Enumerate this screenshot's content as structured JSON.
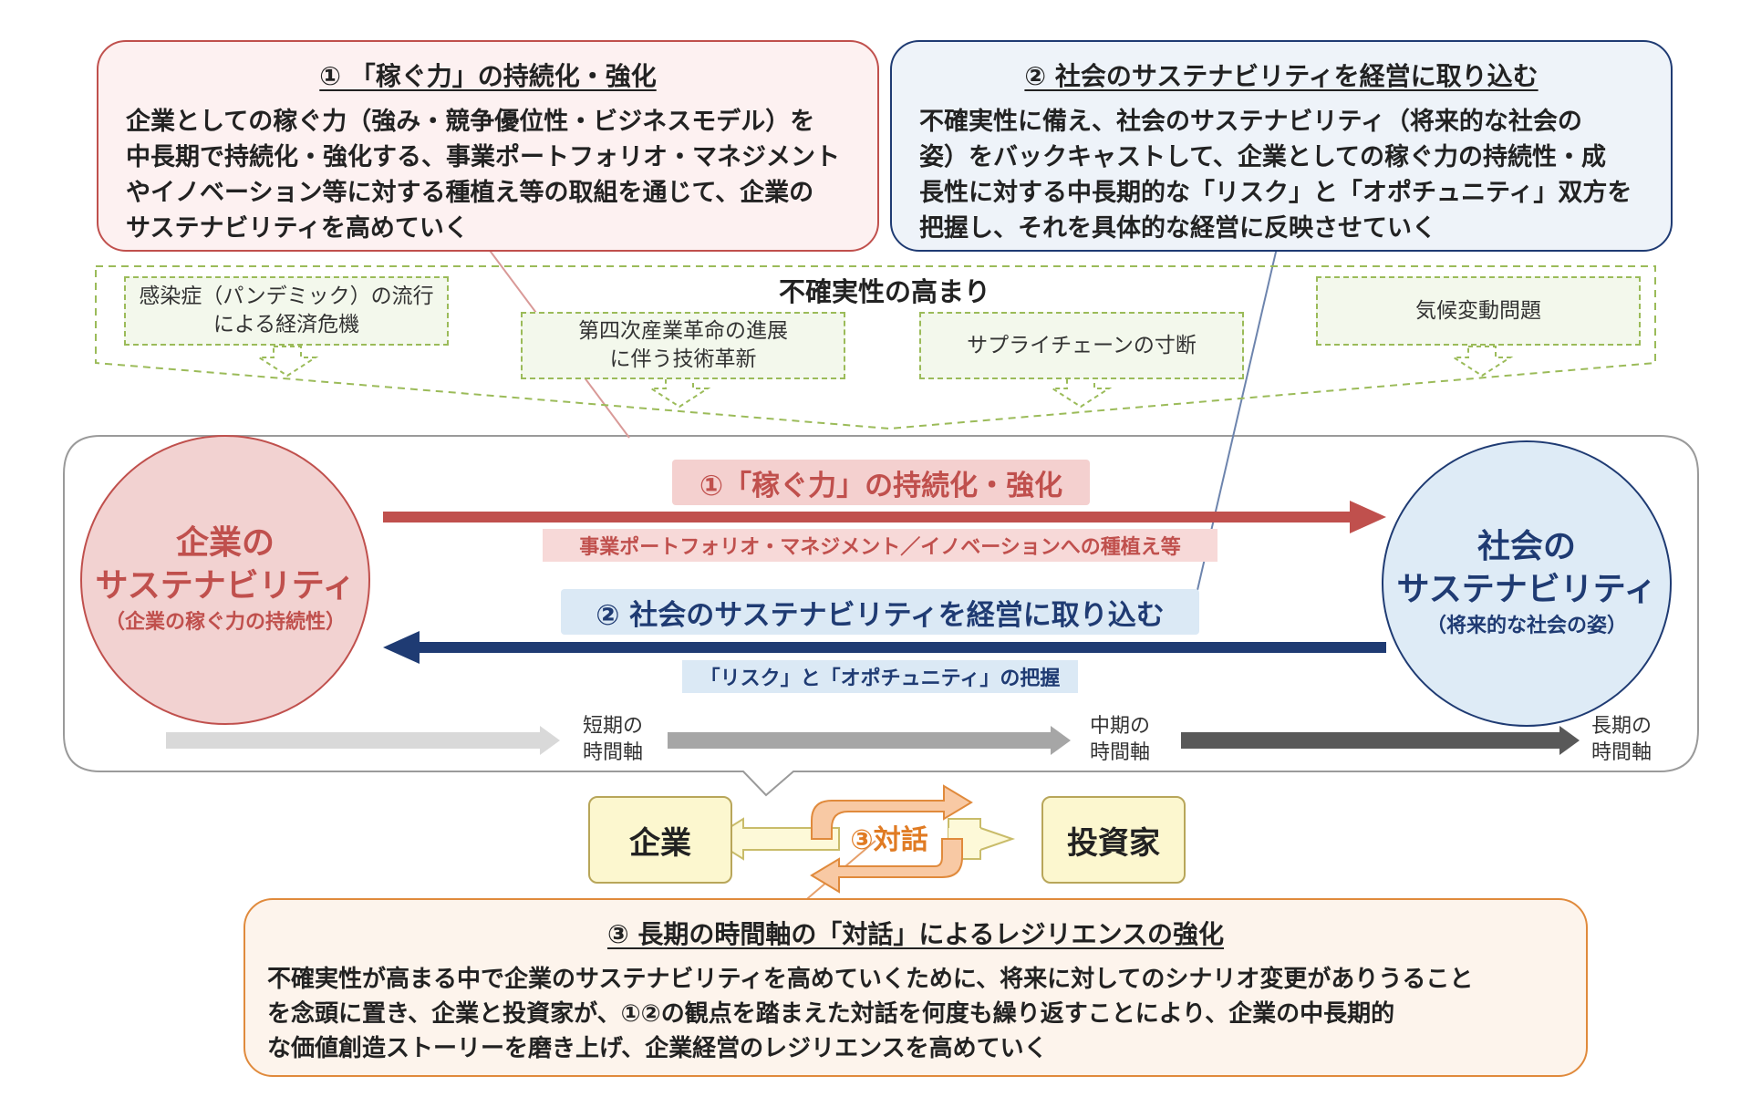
{
  "callout1": {
    "title": "① 「稼ぐ力」の持続化・強化",
    "body": [
      "企業としての稼ぐ力（強み・競争優位性・ビジネスモデル）を",
      "中長期で持続化・強化する、事業ポートフォリオ・マネジメント",
      "やイノベーション等に対する種植え等の取組を通じて、企業の",
      "サステナビリティを高めていく"
    ]
  },
  "callout2": {
    "title": "② 社会のサステナビリティを経営に取り込む",
    "body": [
      "不確実性に備え、社会のサステナビリティ（将来的な社会の",
      "姿）をバックキャストして、企業としての稼ぐ力の持続性・成",
      "長性に対する中長期的な「リスク」と「オポチュニティ」双方を",
      "把握し、それを具体的な経営に反映させていく"
    ]
  },
  "uncertainty": {
    "title": "不確実性の高まり",
    "items": [
      {
        "lines": [
          "感染症（パンデミック）の流行",
          "による経済危機"
        ]
      },
      {
        "lines": [
          "第四次産業革命の進展",
          "に伴う技術革新"
        ]
      },
      {
        "lines": [
          "サプライチェーンの寸断"
        ]
      },
      {
        "lines": [
          "気候変動問題"
        ]
      }
    ]
  },
  "company_circle": {
    "line1": "企業の",
    "line2": "サステナビリティ",
    "sub": "（企業の稼ぐ力の持続性）"
  },
  "society_circle": {
    "line1": "社会の",
    "line2": "サステナビリティ",
    "sub": "（将来的な社会の姿）"
  },
  "flow1": {
    "label": "①「稼ぐ力」の持続化・強化",
    "sub": "事業ポートフォリオ・マネジメント／イノベーションへの種植え等"
  },
  "flow2": {
    "label": "② 社会のサステナビリティを経営に取り込む",
    "sub": "「リスク」と「オポチュニティ」の把握"
  },
  "timeline": [
    {
      "line1": "短期の",
      "line2": "時間軸"
    },
    {
      "line1": "中期の",
      "line2": "時間軸"
    },
    {
      "line1": "長期の",
      "line2": "時間軸"
    }
  ],
  "dialogue": {
    "company": "企業",
    "investor": "投資家",
    "center": "③対話"
  },
  "callout3": {
    "title": "③ 長期の時間軸の「対話」によるレジリエンスの強化",
    "body": [
      "不確実性が高まる中で企業のサステナビリティを高めていくために、将来に対してのシナリオ変更がありうること",
      "を念頭に置き、企業と投資家が、①②の観点を踏まえた対話を何度も繰り返すことにより、企業の中長期的",
      "な価値創造ストーリーを磨き上げ、企業経営のレジリエンスを高めていく"
    ]
  },
  "colors": {
    "red_arrow": "#c0504d",
    "navy_arrow": "#1f3b73",
    "red_text": "#c0504d",
    "navy_text": "#1f3b73",
    "orange": "#e08a3c",
    "dashed_green": "#9bbb59"
  }
}
